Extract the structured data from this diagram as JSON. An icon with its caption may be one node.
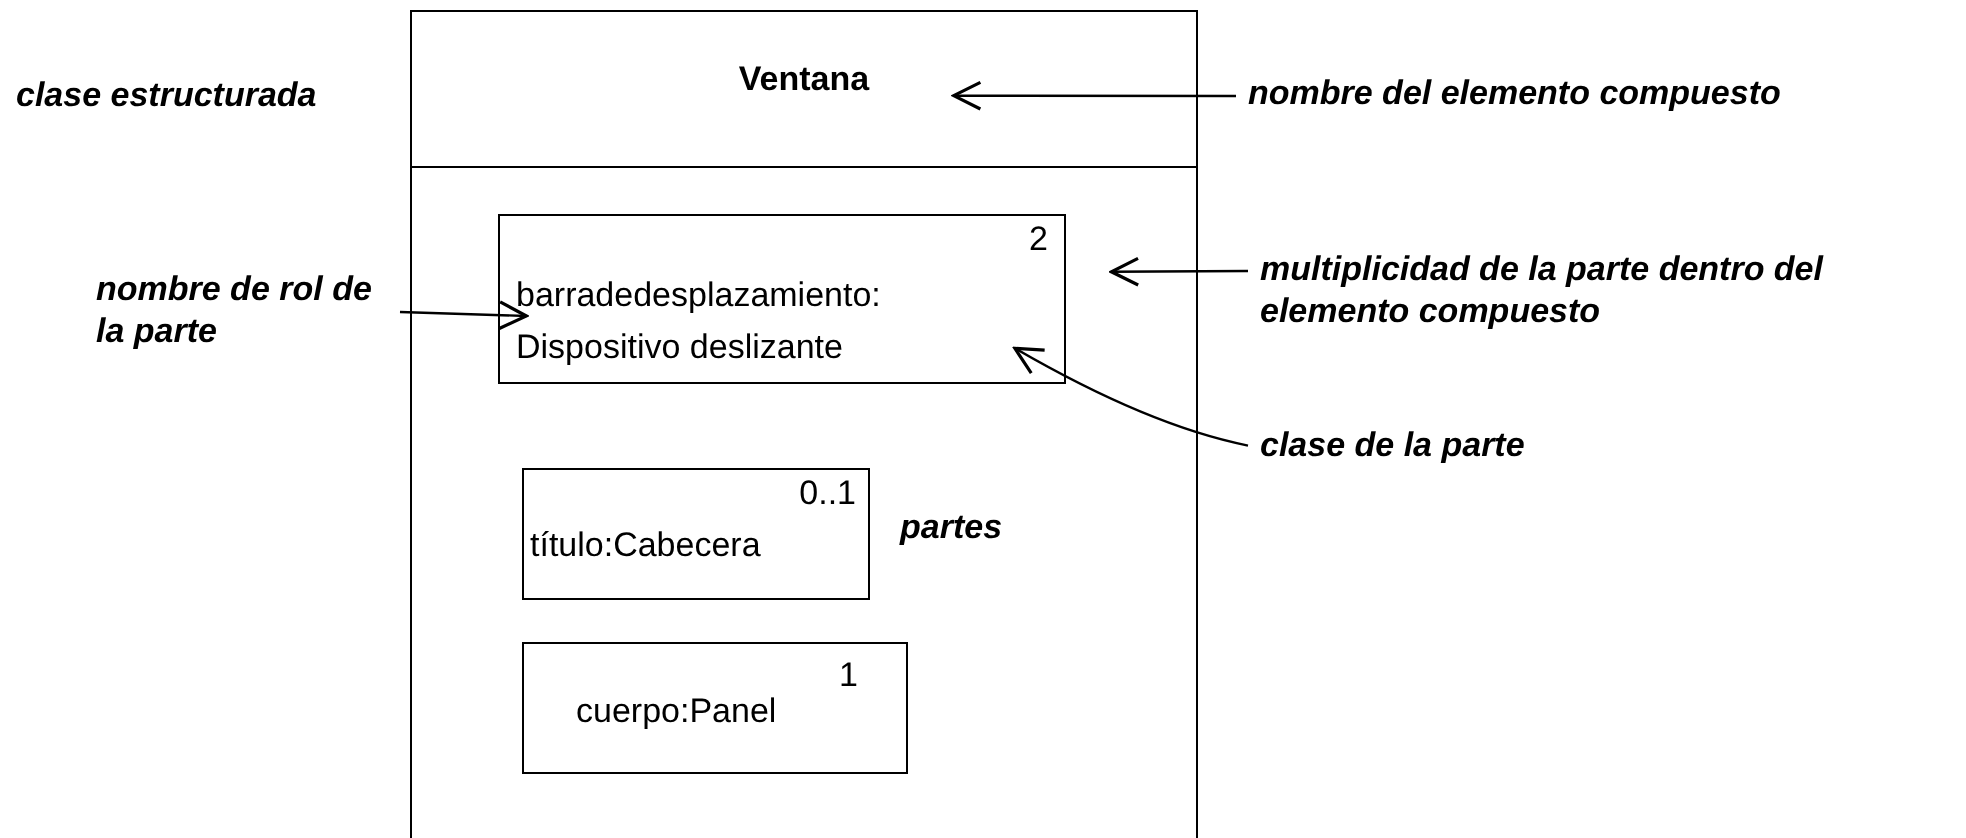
{
  "diagram": {
    "nodes": [
      {
        "text": [
          "Ventana"
        ]
      },
      {
        "text": [
          "2",
          "barradedesplazamiento:",
          "Dispositivo deslizante"
        ],
        "in": 0
      },
      {
        "text": [
          "0..1",
          "título:Cabecera"
        ],
        "in": 0
      },
      {
        "text": [
          "1",
          "cuerpo:Panel"
        ],
        "in": 0
      },
      {
        "text": [
          "nombre del elemento compuesto"
        ]
      },
      {
        "text": [
          "nombre de rol de la parte"
        ]
      },
      {
        "text": [
          "multiplicidad de la parte dentro del elemento compuesto"
        ]
      },
      {
        "text": [
          "clase de la parte"
        ]
      }
    ],
    "edges": [
      {
        "from": 4,
        "to": 0,
        "arrow": "to"
      },
      {
        "from": 5,
        "to": 1,
        "arrow": "to"
      },
      {
        "from": 6,
        "to": 1,
        "arrow": "to"
      },
      {
        "from": 7,
        "to": 1,
        "arrow": "to"
      }
    ],
    "labels": [
      "clase estructurada",
      "partes"
    ]
  }
}
